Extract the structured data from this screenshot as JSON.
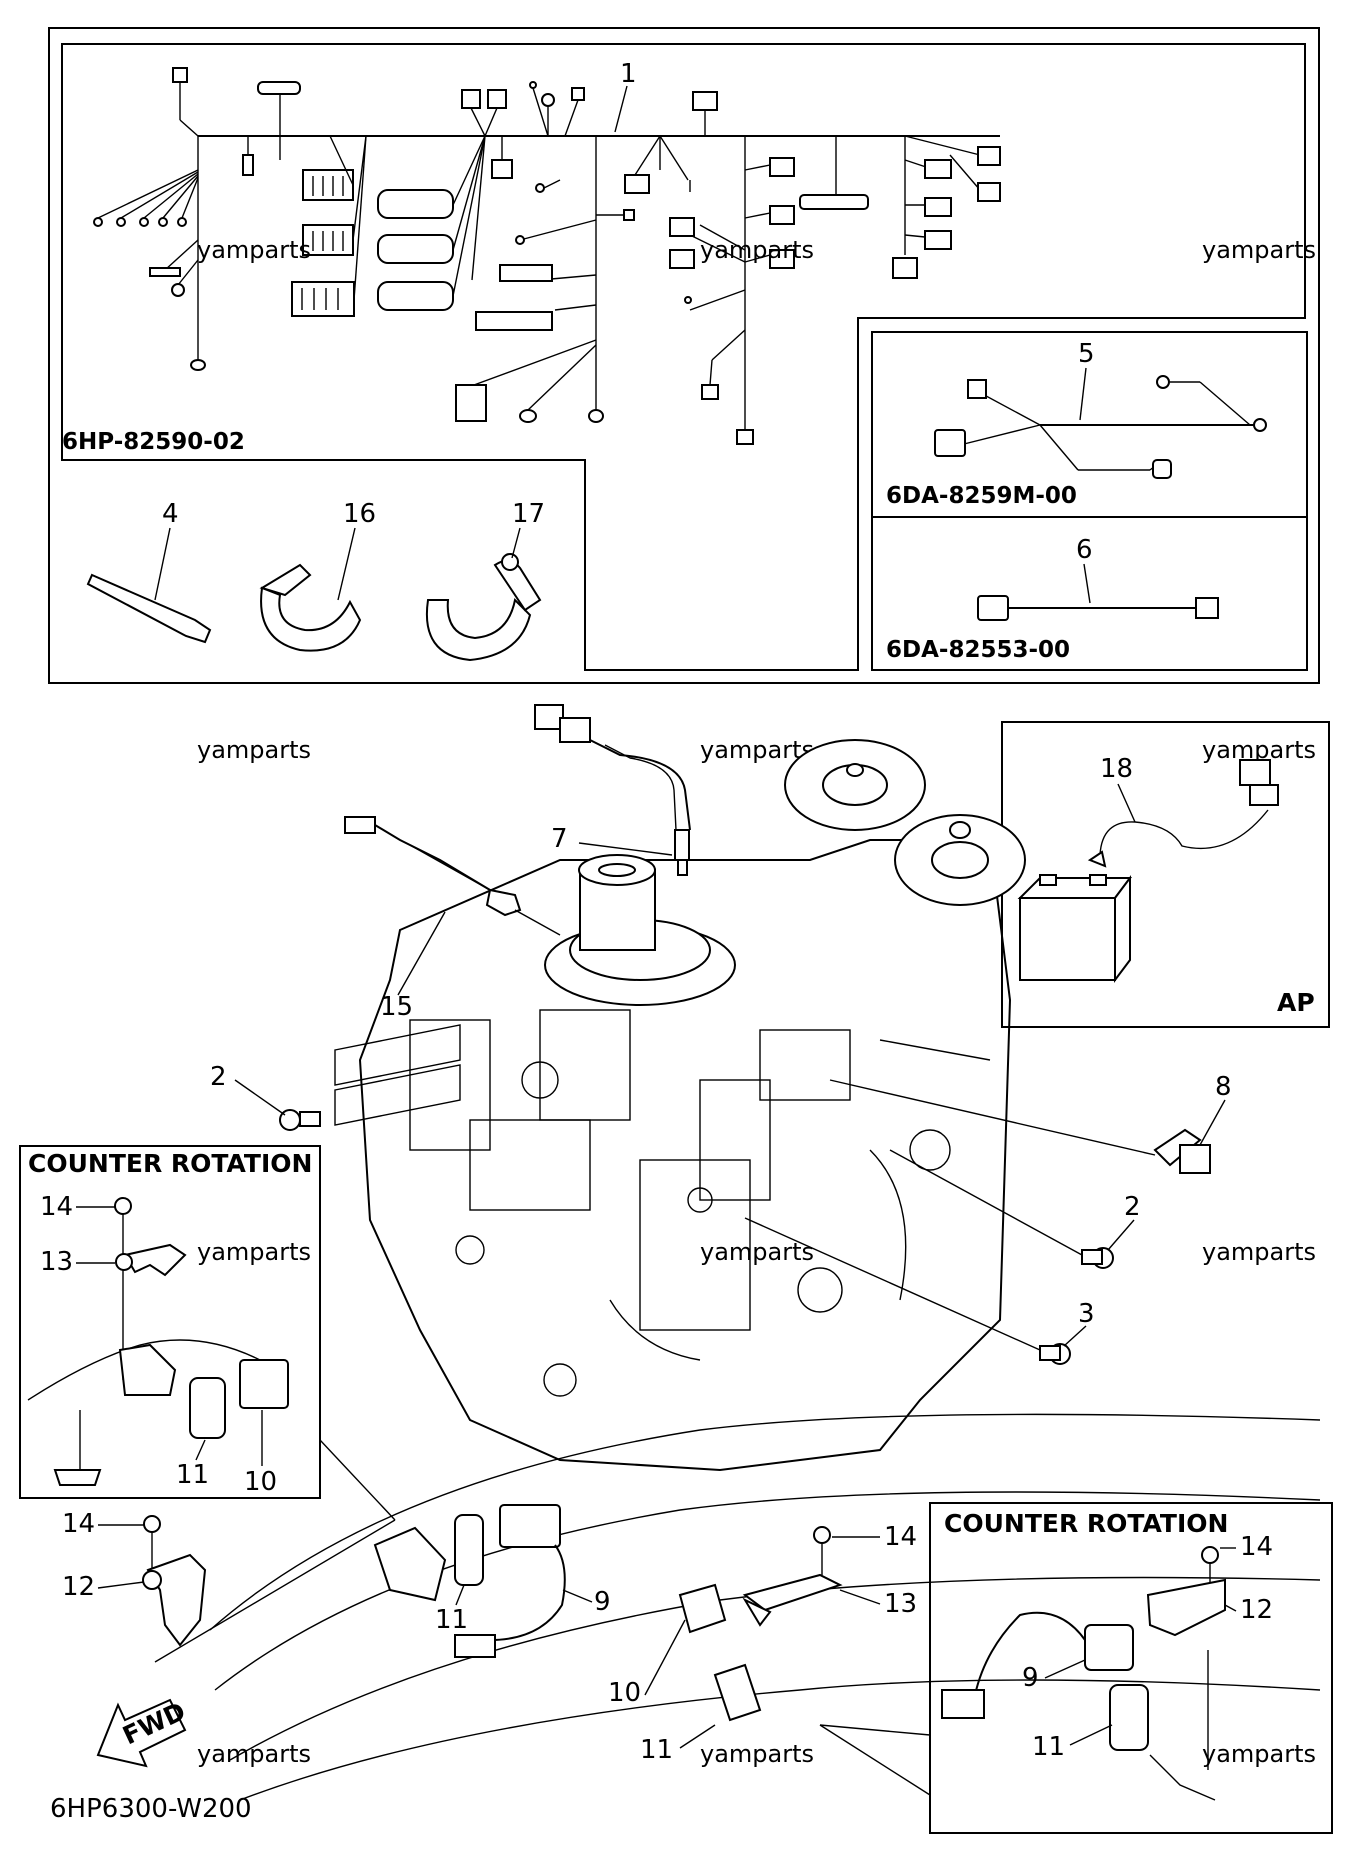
{
  "diagram_code": "6HP6300-W200",
  "watermark": "yamparts",
  "harness_box": {
    "part_number": "6HP-82590-02",
    "callout": "1"
  },
  "sub_harness_1": {
    "callout": "5",
    "part_number": "6DA-8259M-00"
  },
  "sub_harness_2": {
    "callout": "6",
    "part_number": "6DA-82553-00"
  },
  "clips": [
    {
      "callout": "4"
    },
    {
      "callout": "16"
    },
    {
      "callout": "17"
    }
  ],
  "ap_box": {
    "label": "AP",
    "callout": "18"
  },
  "counter_rotation_label": "COUNTER ROTATION",
  "counter_rotation_label_2": "COUNTER  ROTATION",
  "main_callouts": {
    "c7": "7",
    "c15": "15",
    "c2a": "2",
    "c8": "8",
    "c2b": "2",
    "c3": "3",
    "c14a": "14",
    "c12a": "12",
    "c11a": "11",
    "c9a": "9",
    "c10b": "10",
    "c11b": "11",
    "c14b": "14",
    "c13b": "13"
  },
  "counter_box_left": {
    "c14": "14",
    "c13": "13",
    "c11": "11",
    "c10": "10"
  },
  "counter_box_right": {
    "c14": "14",
    "c12": "12",
    "c9": "9",
    "c11": "11"
  },
  "fwd_label": "FWD"
}
